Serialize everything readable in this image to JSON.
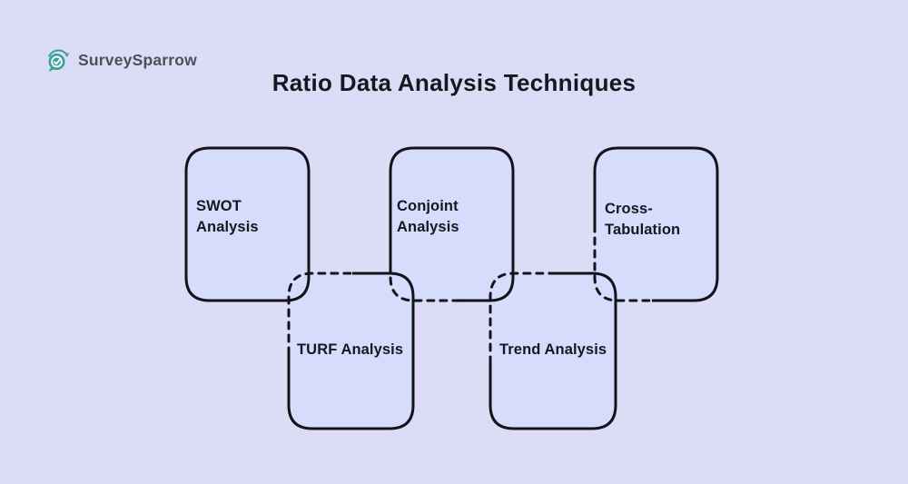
{
  "theme": {
    "background": "#dcdcf7",
    "card_fill": "#d6dcfb",
    "border_color": "#13131a",
    "title_color": "#17171f",
    "label_color": "#17171f",
    "brand_teal": "#35a39a",
    "brand_text_color": "#4e4f59"
  },
  "logo": {
    "brand": "SurveySparrow"
  },
  "title": "Ratio Data Analysis Techniques",
  "diagram": {
    "cards": [
      {
        "id": "swot-analysis",
        "lines": [
          "SWOT",
          "Analysis"
        ],
        "row": "top",
        "border": "solid"
      },
      {
        "id": "conjoint-analysis",
        "lines": [
          "Conjoint",
          "Analysis"
        ],
        "row": "top",
        "border": "solid-with-dashed-hidden-edge"
      },
      {
        "id": "cross-tabulation",
        "lines": [
          "Cross-",
          "Tabulation"
        ],
        "row": "top",
        "border": "solid-with-dashed-hidden-edge"
      },
      {
        "id": "turf-analysis",
        "lines": [
          "TURF Analysis"
        ],
        "row": "bottom",
        "border": "dashed-top-solid-bottom"
      },
      {
        "id": "trend-analysis",
        "lines": [
          "Trend Analysis"
        ],
        "row": "bottom",
        "border": "dashed-top-solid-bottom"
      }
    ]
  }
}
